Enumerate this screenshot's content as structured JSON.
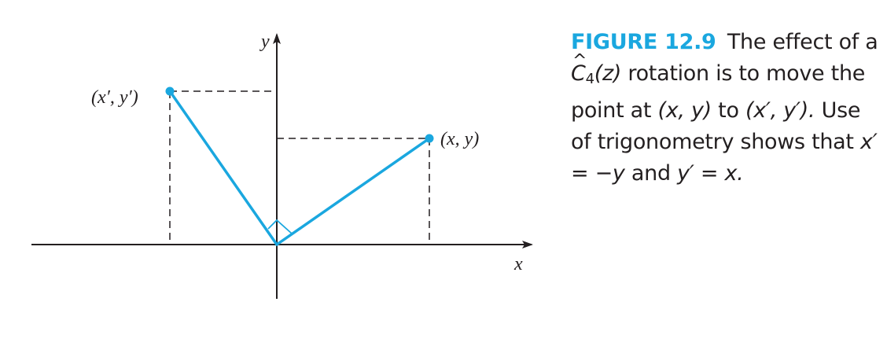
{
  "diagram": {
    "axis_x_label": "x",
    "axis_y_label": "y",
    "point_original_label": "(x, y)",
    "point_rotated_label": "(x′, y′)",
    "line_color": "#1aa7df",
    "axis_color": "#231f20"
  },
  "caption": {
    "figure_label": "FIGURE 12.9",
    "text_1": "The effect of a",
    "operator": "C",
    "operator_sub": "4",
    "operator_arg": "(z)",
    "text_2": "rotation is to move the point at",
    "point_1": "(x, y)",
    "text_3": "to",
    "point_2": "(x′, y′).",
    "text_4": "Use of trigonometry shows that",
    "eq_1": "x′ = −y",
    "text_5": "and",
    "eq_2": "y′ = x."
  }
}
